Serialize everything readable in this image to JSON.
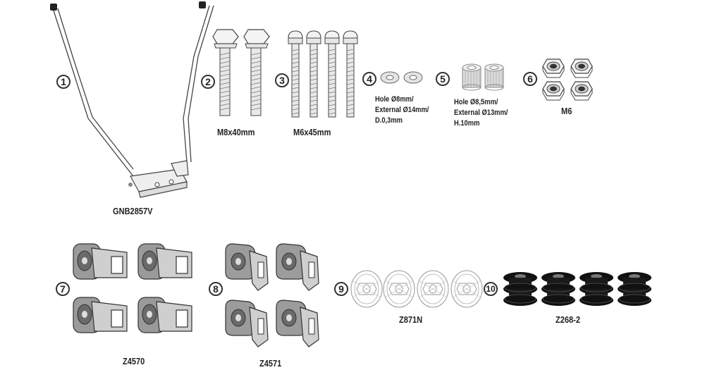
{
  "parts": [
    {
      "number": "1",
      "label": "GNB2857V"
    },
    {
      "number": "2",
      "label": "M8x40mm"
    },
    {
      "number": "3",
      "label": "M6x45mm"
    },
    {
      "number": "4",
      "desc": [
        "Hole Ø8mm/",
        "External Ø14mm/",
        "D.0,3mm"
      ]
    },
    {
      "number": "5",
      "desc": [
        "Hole Ø8,5mm/",
        "External Ø13mm/",
        "H.10mm"
      ]
    },
    {
      "number": "6",
      "label": "M6"
    },
    {
      "number": "7",
      "label": "Z4570"
    },
    {
      "number": "8",
      "label": "Z4571"
    },
    {
      "number": "9",
      "label": "Z871N"
    },
    {
      "number": "10",
      "label": "Z268-2"
    }
  ]
}
